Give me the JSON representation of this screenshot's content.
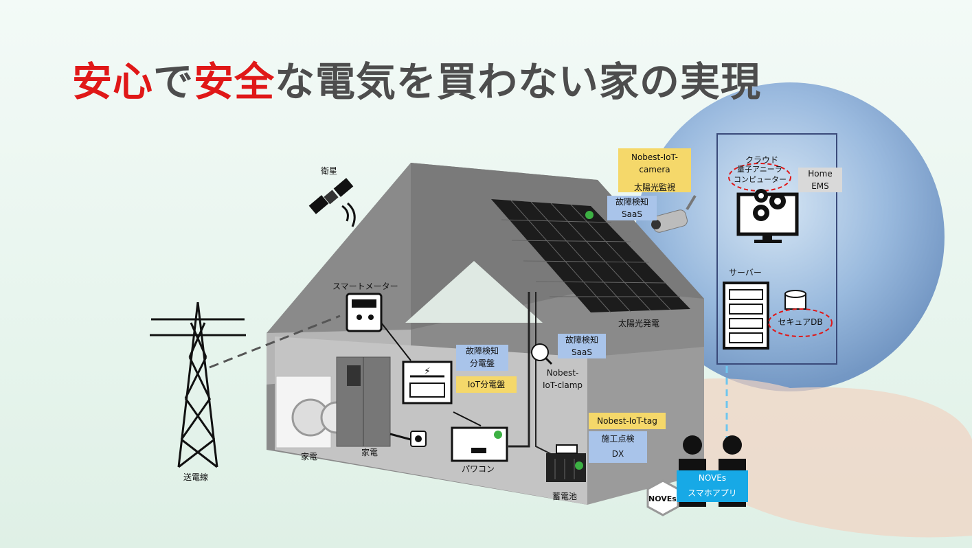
{
  "title": {
    "p1": "安心",
    "p2": "で",
    "p3": "安全",
    "p4": "な電気を買わない家の実現"
  },
  "labels": {
    "satellite": "衛星",
    "smart_meter": "スマートメーター",
    "transmission": "送電線",
    "appliance1": "家電",
    "appliance2": "家電",
    "pcs": "パワコン",
    "battery": "蓄電池",
    "solar": "太陽光発電",
    "cloud": "クラウド",
    "quantum1": "量子アニーラ",
    "quantum2": "コンピューター",
    "server": "サーバー",
    "noves_logo": "NOVEs"
  },
  "boxes": {
    "camera": {
      "line1": "Nobest-IoT-camera",
      "line2": "太陽光監視"
    },
    "saas_camera": {
      "line1": "故障検知",
      "line2": "SaaS"
    },
    "home_ems": {
      "line1": "Home",
      "line2": "EMS"
    },
    "panel": {
      "line1": "故障検知",
      "line2": "分電盤"
    },
    "iot_panel": "IoT分電盤",
    "saas_clamp": {
      "line1": "故障検知",
      "line2": "SaaS"
    },
    "clamp": {
      "line1": "Nobest-",
      "line2": "IoT-clamp"
    },
    "tag": "Nobest-IoT-tag",
    "dx": {
      "line1": "施工点検",
      "line2": "DX"
    },
    "secure_db": "セキュアDB",
    "app": {
      "line1": "NOVEs",
      "line2": "スマホアプリ"
    }
  },
  "colors": {
    "accent_red": "#e01818",
    "title_gray": "#4d4d4d",
    "blue_box": "#a9c4ea",
    "yellow_box": "#f5d86a",
    "cyan_box": "#17a9e6",
    "frame": "#3a4a7a"
  }
}
